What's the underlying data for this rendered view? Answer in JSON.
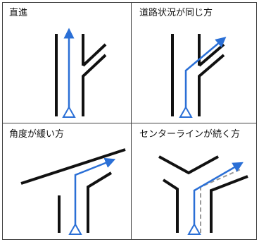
{
  "panels": [
    {
      "caption": "直進"
    },
    {
      "caption": "道路状況が同じ方"
    },
    {
      "caption": "角度が緩い方"
    },
    {
      "caption": "センターラインが続く方"
    }
  ],
  "colors": {
    "road": "#111111",
    "route": "#2a6fd6",
    "center_line": "#999999",
    "grid": "#444444"
  }
}
